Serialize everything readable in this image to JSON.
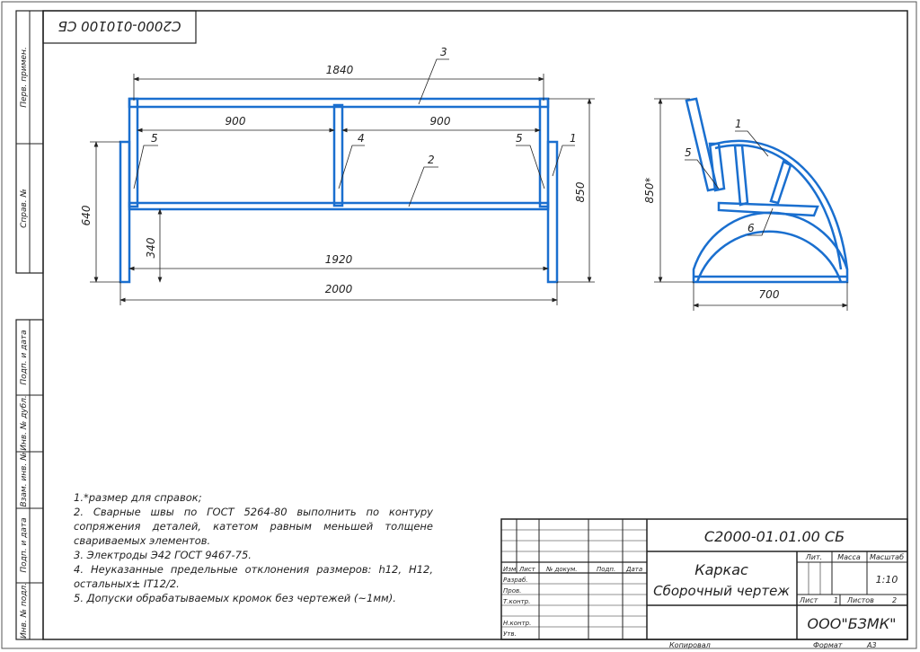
{
  "drawing": {
    "stamp_rotated": "С2000-010100 СБ",
    "side_stamps": [
      "Перв. примен.",
      "Справ. №",
      "Подп. и дата",
      "Инв. № дубл.",
      "Взам. инв. №",
      "Подп. и дата",
      "Инв. № подл."
    ],
    "front_view": {
      "dims": {
        "total_top": "1840",
        "half_left": "900",
        "half_right": "900",
        "inner": "1920",
        "total": "2000",
        "height_left": "640",
        "height_right": "850",
        "low": "340"
      },
      "callouts": {
        "c3": "3",
        "c5a": "5",
        "c4": "4",
        "c5b": "5",
        "c1": "1",
        "c2": "2"
      }
    },
    "side_view": {
      "dims": {
        "height": "850*",
        "width": "700"
      },
      "callouts": {
        "c1": "1",
        "c5": "5",
        "c6": "6"
      }
    },
    "notes": [
      "1.*размер для справок;",
      "2. Сварные швы по ГОСТ 5264-80 выполнить по контуру сопряжения деталей, катетом равным меньшей толщене свариваемых элементов.",
      "3. Электроды Э42 ГОСТ 9467-75.",
      "4. Неуказанные предельные отклонения размеров: h12, H12, остальных± IT12/2.",
      "5. Допуски обрабатываемых кромок без чертежей (~1мм)."
    ]
  },
  "title_block": {
    "doc_number": "С2000-01.01.00  СБ",
    "title_line1": "Каркас",
    "title_line2": "Сборочный чертеж",
    "columns": {
      "izm": "Изм.",
      "list": "Лист",
      "ndoc": "№ докум.",
      "podp": "Подп.",
      "data": "Дата"
    },
    "rows": {
      "razrab": "Разраб.",
      "prov": "Пров.",
      "tkontr": "Т.контр.",
      "nkontr": "Н.контр.",
      "utv": "Утв."
    },
    "lit": "Лит.",
    "massa": "Масса",
    "masshtab": "Масштаб",
    "scale": "1:10",
    "sheet_label": "Лист",
    "sheet": "1",
    "sheets_label": "Листов",
    "sheets": "2",
    "company": "ООО\"БЗМК\"",
    "kopiroval": "Копировал",
    "format_label": "Формат",
    "format": "А3"
  },
  "colors": {
    "part": "#1a6fcf",
    "line": "#222222"
  }
}
